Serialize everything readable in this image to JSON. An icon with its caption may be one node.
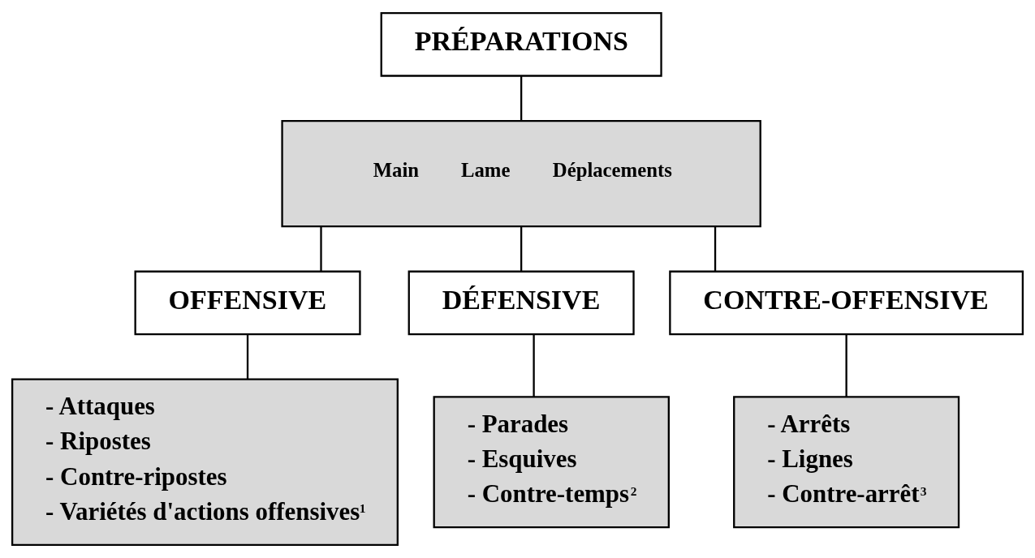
{
  "diagram": {
    "nodes": [
      {
        "text": [
          "PRÉPARATIONS"
        ]
      },
      {
        "text": [
          "Main",
          "Lame",
          "Déplacements"
        ]
      },
      {
        "text": [
          "OFFENSIVE"
        ]
      },
      {
        "text": [
          "DÉFENSIVE"
        ]
      },
      {
        "text": [
          "CONTRE-OFFENSIVE"
        ]
      },
      {
        "text": [
          "- Attaques",
          "- Ripostes",
          "- Contre-ripostes",
          "- Variétés d'actions offensives$^{1}$"
        ]
      },
      {
        "text": [
          "- Parades",
          "- Esquives",
          "- Contre-temps$^{2}$"
        ]
      },
      {
        "text": [
          "- Arrêts",
          "- Lignes",
          "- Contre-arrêt$^{3}$"
        ]
      }
    ],
    "edges": [
      {
        "from": 0,
        "to": 1,
        "arrow": "none"
      },
      {
        "from": 1,
        "to": 2,
        "arrow": "none"
      },
      {
        "from": 1,
        "to": 3,
        "arrow": "none"
      },
      {
        "from": 1,
        "to": 4,
        "arrow": "none"
      },
      {
        "from": 2,
        "to": 5,
        "arrow": "none"
      },
      {
        "from": 3,
        "to": 6,
        "arrow": "none"
      },
      {
        "from": 4,
        "to": 7,
        "arrow": "none"
      }
    ]
  }
}
